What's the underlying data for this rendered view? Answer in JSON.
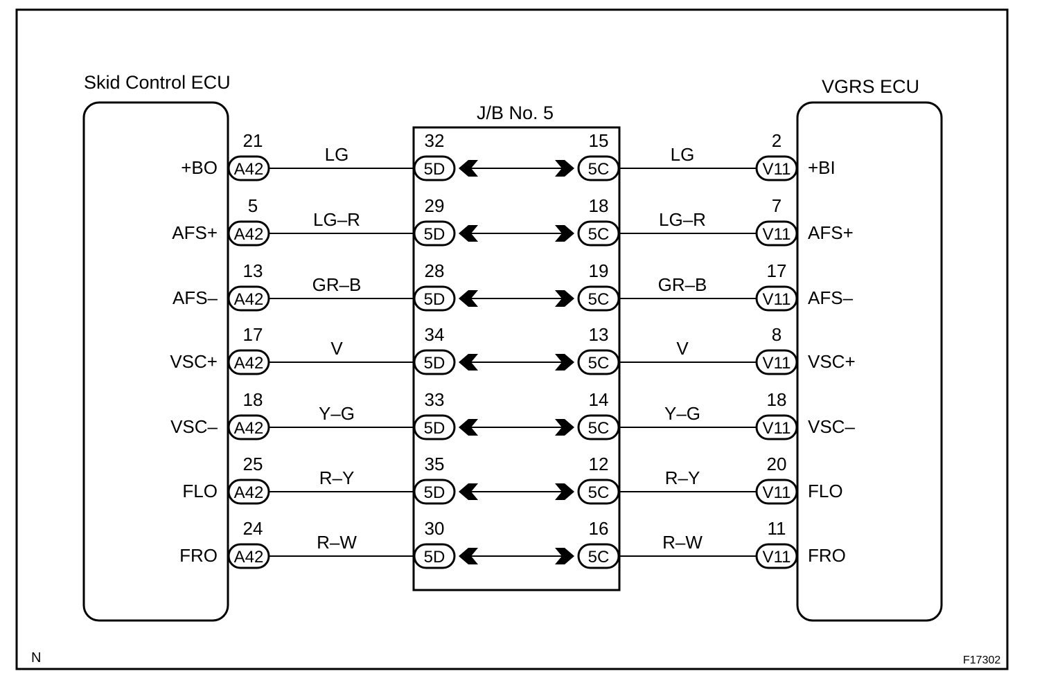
{
  "left_ecu": {
    "title": "Skid Control ECU"
  },
  "right_ecu": {
    "title": "VGRS ECU"
  },
  "junction_box": {
    "title": "J/B No. 5"
  },
  "corner_left": "N",
  "corner_right": "F17302",
  "connectors": {
    "left": "A42",
    "jb_left": "5D",
    "jb_right": "5C",
    "right": "V11"
  },
  "circuits": [
    {
      "left_terminal": "+BO",
      "left_pin": "21",
      "left_wire": "LG",
      "jb_left_pin": "32",
      "jb_right_pin": "15",
      "right_wire": "LG",
      "right_pin": "2",
      "right_terminal": "+BI"
    },
    {
      "left_terminal": "AFS+",
      "left_pin": "5",
      "left_wire": "LG–R",
      "jb_left_pin": "29",
      "jb_right_pin": "18",
      "right_wire": "LG–R",
      "right_pin": "7",
      "right_terminal": "AFS+"
    },
    {
      "left_terminal": "AFS–",
      "left_pin": "13",
      "left_wire": "GR–B",
      "jb_left_pin": "28",
      "jb_right_pin": "19",
      "right_wire": "GR–B",
      "right_pin": "17",
      "right_terminal": "AFS–"
    },
    {
      "left_terminal": "VSC+",
      "left_pin": "17",
      "left_wire": "V",
      "jb_left_pin": "34",
      "jb_right_pin": "13",
      "right_wire": "V",
      "right_pin": "8",
      "right_terminal": "VSC+"
    },
    {
      "left_terminal": "VSC–",
      "left_pin": "18",
      "left_wire": "Y–G",
      "jb_left_pin": "33",
      "jb_right_pin": "14",
      "right_wire": "Y–G",
      "right_pin": "18",
      "right_terminal": "VSC–"
    },
    {
      "left_terminal": "FLO",
      "left_pin": "25",
      "left_wire": "R–Y",
      "jb_left_pin": "35",
      "jb_right_pin": "12",
      "right_wire": "R–Y",
      "right_pin": "20",
      "right_terminal": "FLO"
    },
    {
      "left_terminal": "FRO",
      "left_pin": "24",
      "left_wire": "R–W",
      "jb_left_pin": "30",
      "jb_right_pin": "16",
      "right_wire": "R–W",
      "right_pin": "11",
      "right_terminal": "FRO"
    }
  ]
}
